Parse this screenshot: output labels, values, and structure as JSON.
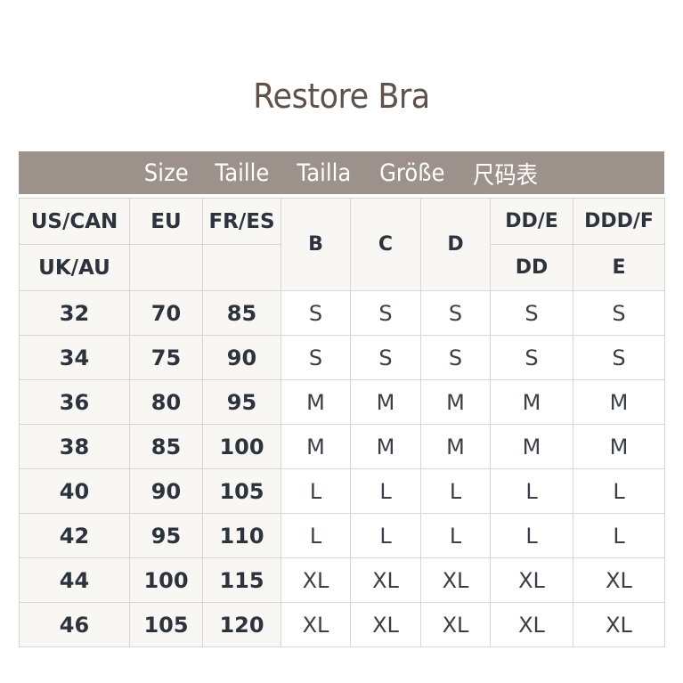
{
  "title": "Restore Bra",
  "banner": {
    "labels": [
      "Size",
      "Taille",
      "Tailla",
      "Größe",
      "尺码表"
    ],
    "background": "#9d928b"
  },
  "table": {
    "header_row1": {
      "band_us": "US/CAN",
      "band_eu": "EU",
      "band_fr": "FR/ES",
      "cup_b": "B",
      "cup_c": "C",
      "cup_d": "D",
      "cup_dde": "DD/E",
      "cup_dddf": "DDD/F"
    },
    "header_row2": {
      "band_uk": "UK/AU",
      "band_eu2": "",
      "band_fr2": "",
      "cup_dd": "DD",
      "cup_e": "E"
    },
    "rows": [
      {
        "us": "32",
        "eu": "70",
        "fr": "85",
        "b": "S",
        "c": "S",
        "d": "S",
        "dde": "S",
        "dddf": "S"
      },
      {
        "us": "34",
        "eu": "75",
        "fr": "90",
        "b": "S",
        "c": "S",
        "d": "S",
        "dde": "S",
        "dddf": "S"
      },
      {
        "us": "36",
        "eu": "80",
        "fr": "95",
        "b": "M",
        "c": "M",
        "d": "M",
        "dde": "M",
        "dddf": "M"
      },
      {
        "us": "38",
        "eu": "85",
        "fr": "100",
        "b": "M",
        "c": "M",
        "d": "M",
        "dde": "M",
        "dddf": "M"
      },
      {
        "us": "40",
        "eu": "90",
        "fr": "105",
        "b": "L",
        "c": "L",
        "d": "L",
        "dde": "L",
        "dddf": "L"
      },
      {
        "us": "42",
        "eu": "95",
        "fr": "110",
        "b": "L",
        "c": "L",
        "d": "L",
        "dde": "L",
        "dddf": "L"
      },
      {
        "us": "44",
        "eu": "100",
        "fr": "115",
        "b": "XL",
        "c": "XL",
        "d": "XL",
        "dde": "XL",
        "dddf": "XL"
      },
      {
        "us": "46",
        "eu": "105",
        "fr": "120",
        "b": "XL",
        "c": "XL",
        "d": "XL",
        "dde": "XL",
        "dddf": "XL"
      }
    ]
  }
}
